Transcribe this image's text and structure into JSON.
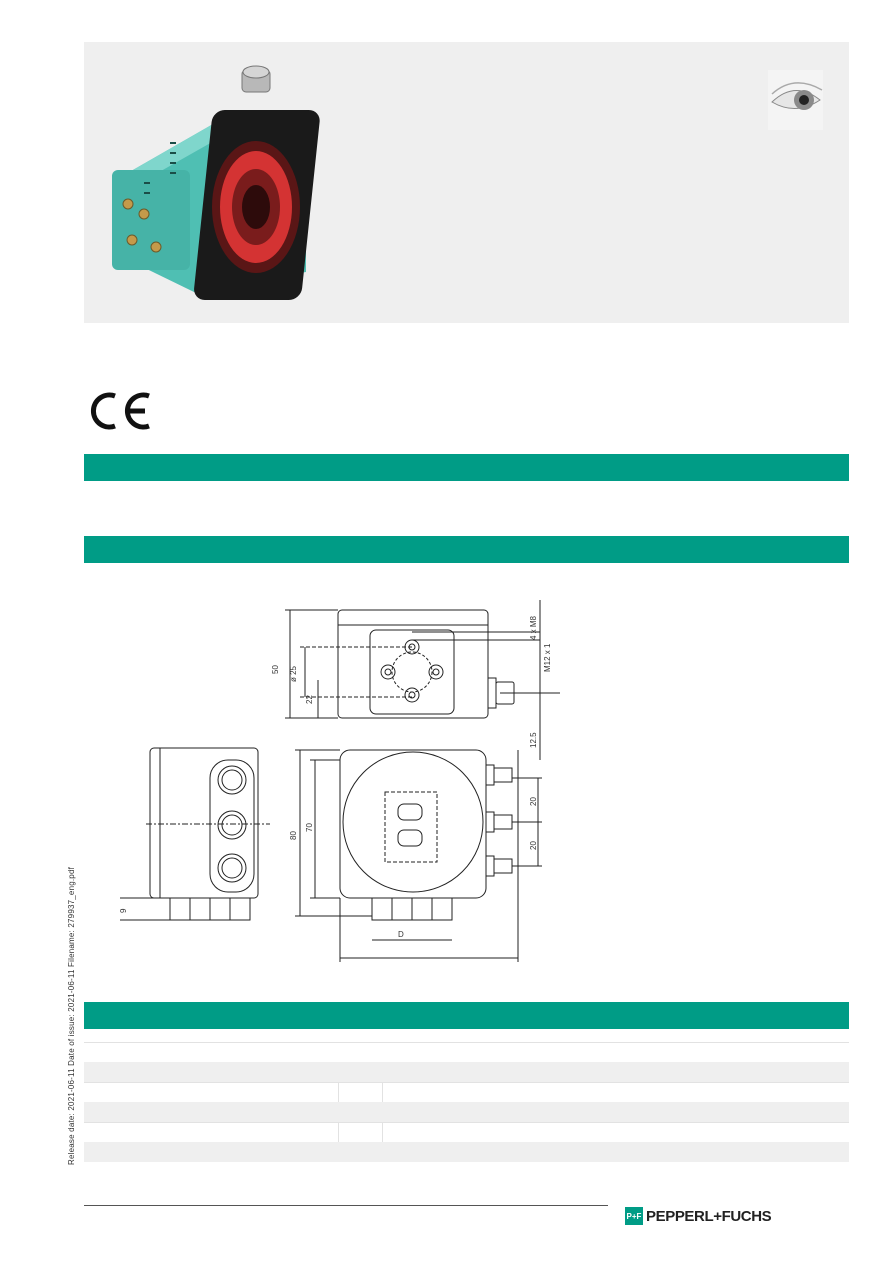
{
  "brand": {
    "logo_text": "P+F",
    "name": "PEPPERL+FUCHS"
  },
  "sidebar": {
    "release_line": "Release date: 2021-06-11 Date of issue: 2021-06-11 Filename: 279937_eng.pdf"
  },
  "product_image": {
    "led_labels": [
      "",
      "",
      "",
      "",
      "",
      "",
      ""
    ]
  },
  "dimensions": {
    "top_view": {
      "m8": "4 x M8",
      "m12": "M12 x 1",
      "h50": "50",
      "d25": "ø 25",
      "h22": "22",
      "h12_5": "12.5"
    },
    "front_view": {
      "h80": "80",
      "h70": "70",
      "s20a": "20",
      "s20b": "20",
      "w_d": "D"
    },
    "side_view": {
      "h9": "9"
    }
  },
  "colors": {
    "accent": "#009c86",
    "panel": "#efefef"
  }
}
